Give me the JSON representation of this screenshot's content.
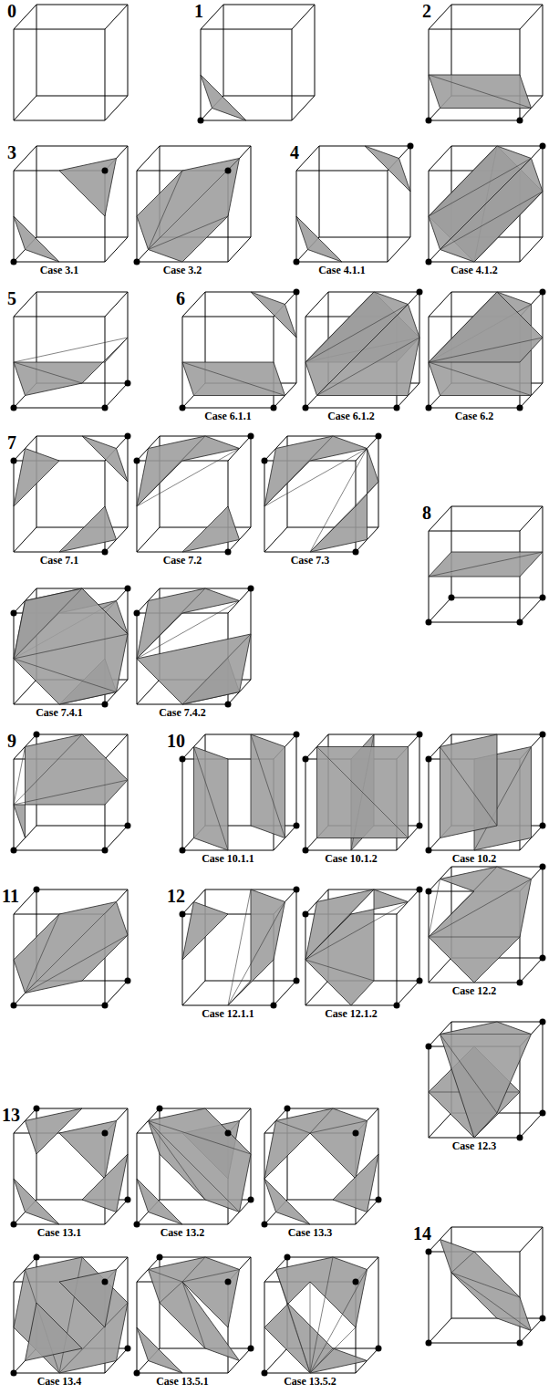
{
  "diagram": {
    "labels": [
      "0",
      "1",
      "2",
      "3",
      "Case 3.1",
      "Case 3.2",
      "4",
      "Case 4.1.1",
      "Case 4.1.2",
      "5",
      "6",
      "Case 6.1.1",
      "Case 6.1.2",
      "Case 6.2",
      "7",
      "Case 7.1",
      "Case 7.2",
      "Case 7.3",
      "8",
      "Case 7.4.1",
      "Case 7.4.2",
      "9",
      "10",
      "Case 10.1.1",
      "Case 10.1.2",
      "Case 10.2",
      "11",
      "12",
      "Case 12.1.1",
      "Case 12.1.2",
      "Case 12.2",
      "Case 12.3",
      "13",
      "14",
      "Case 13.1",
      "Case 13.2",
      "Case 13.3",
      "Case 13.4",
      "Case 13.5.1",
      "Case 13.5.2"
    ]
  }
}
